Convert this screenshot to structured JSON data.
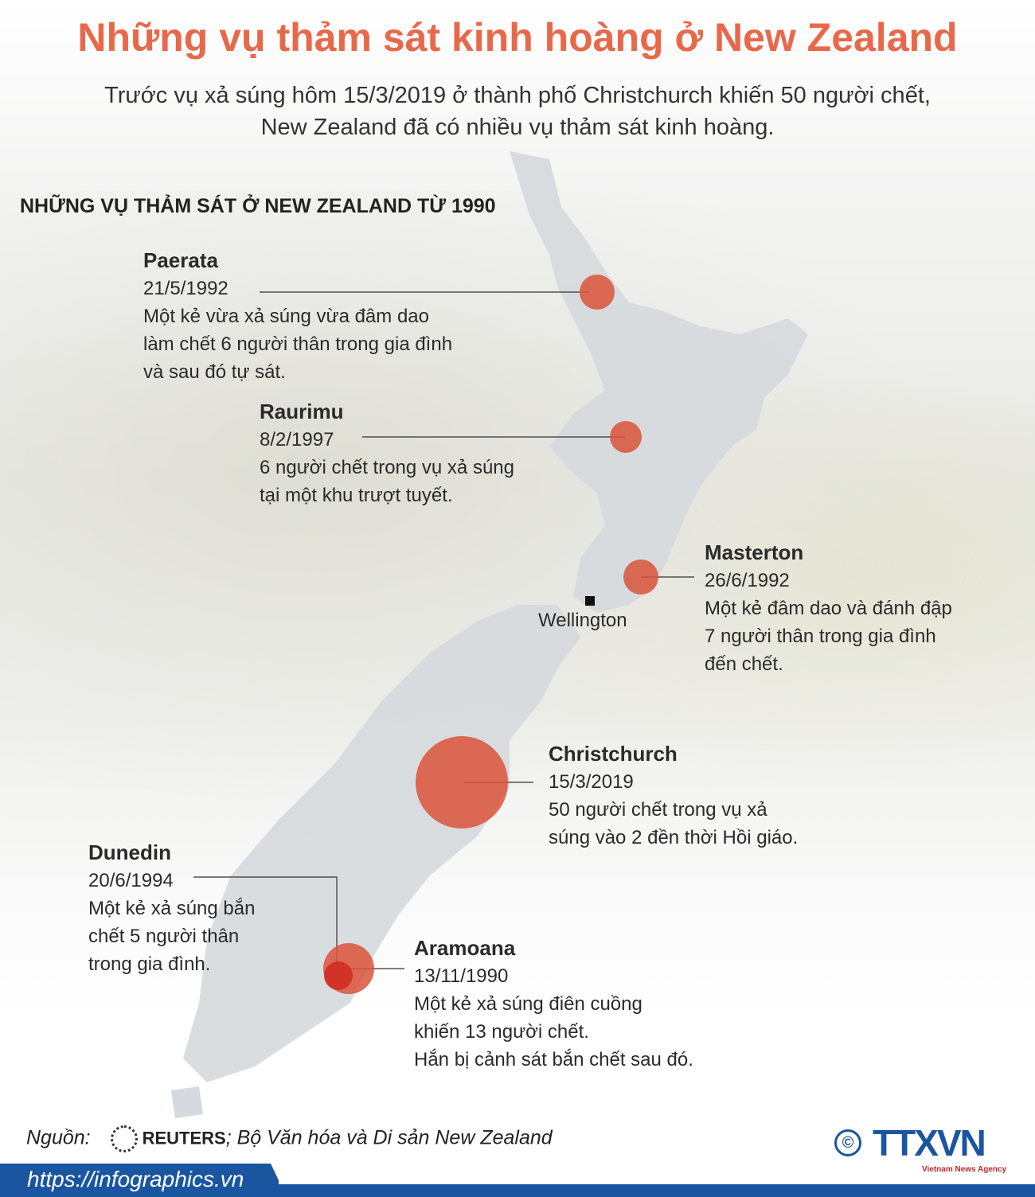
{
  "title": "Những vụ thảm sát kinh hoàng ở New Zealand",
  "subtitle_line1": "Trước vụ xả súng hôm 15/3/2019 ở thành phố Christchurch khiến 50 người chết,",
  "subtitle_line2": "New Zealand đã có nhiều vụ thảm sát kinh hoàng.",
  "heading": "NHỮNG VỤ THẢM SÁT Ở NEW ZEALAND TỪ 1990",
  "accent_color": "#e8694a",
  "marker_color": "#d9533a",
  "capital": "Wellington",
  "events": [
    {
      "place": "Paerata",
      "date": "21/5/1992",
      "lines": [
        "Một kẻ vừa xả súng vừa đâm dao",
        "làm chết 6 người thân trong gia đình",
        "và sau đó tự sát."
      ],
      "deaths": 6
    },
    {
      "place": "Raurimu",
      "date": "8/2/1997",
      "lines": [
        "6 người chết trong vụ xả súng",
        "tại một khu trượt tuyết."
      ],
      "deaths": 6
    },
    {
      "place": "Masterton",
      "date": "26/6/1992",
      "lines": [
        "Một kẻ đâm dao và đánh đập",
        "7 người thân trong gia đình",
        "đến chết."
      ],
      "deaths": 7
    },
    {
      "place": "Christchurch",
      "date": "15/3/2019",
      "lines": [
        "50 người chết trong vụ xả",
        "súng vào 2 đền thời Hồi giáo."
      ],
      "deaths": 50
    },
    {
      "place": "Dunedin",
      "date": "20/6/1994",
      "lines": [
        "Một kẻ xả súng bắn",
        "chết 5 người thân",
        "trong gia đình."
      ],
      "deaths": 5
    },
    {
      "place": "Aramoana",
      "date": "13/11/1990",
      "lines": [
        "Một kẻ xả súng điên cuồng",
        "khiến 13 người chết.",
        "Hắn bị cảnh sát bắn chết sau đó."
      ],
      "deaths": 13
    }
  ],
  "footer": {
    "source_label": "Nguồn:",
    "source_reuters": "REUTERS",
    "source_rest": "; Bộ Văn hóa và Di sản New Zealand",
    "url": "https://infographics.vn",
    "logo_text": "TTXVN",
    "logo_sub": "Vietnam News Agency",
    "copyright": "©"
  }
}
